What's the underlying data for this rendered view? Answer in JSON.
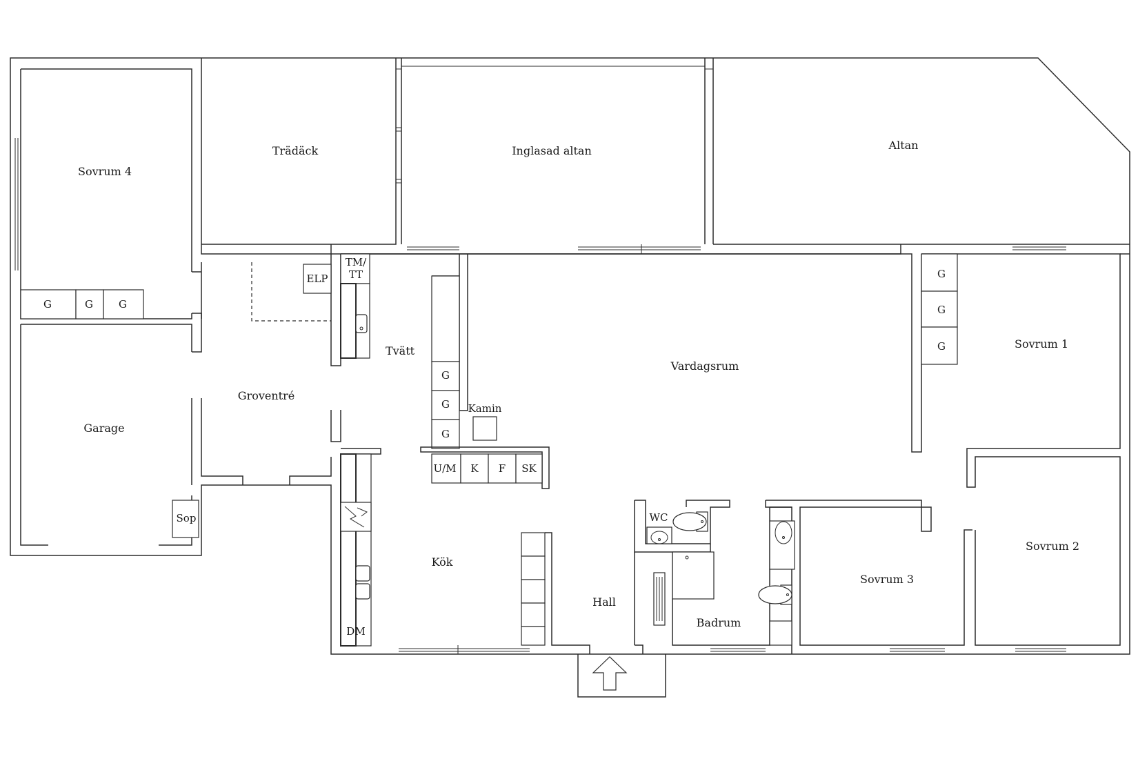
{
  "rooms": {
    "sovrum4": "Sovrum 4",
    "tradack": "Trädäck",
    "inglasad_altan": "Inglasad altan",
    "altan": "Altan",
    "garage": "Garage",
    "groventre": "Groventré",
    "tvatt": "Tvätt",
    "vardagsrum": "Vardagsrum",
    "sovrum1": "Sovrum 1",
    "sovrum2": "Sovrum 2",
    "sovrum3": "Sovrum 3",
    "kok": "Kök",
    "hall": "Hall",
    "badrum": "Badrum",
    "wc": "WC",
    "kamin": "Kamin",
    "sop": "Sop"
  },
  "fixtures": {
    "elp": "ELP",
    "tmtt_1": "TM/",
    "tmtt_2": "TT",
    "dm": "DM",
    "um": "U/M",
    "k": "K",
    "f": "F",
    "sk": "SK",
    "g": "G"
  },
  "colors": {
    "line": "#2b2b2b",
    "background": "#ffffff"
  },
  "icons": {
    "entrance": "entrance-arrow-icon",
    "stove": "stove-icon",
    "sink": "sink-icon",
    "toilet": "toilet-icon",
    "radiator": "radiator-icon"
  }
}
